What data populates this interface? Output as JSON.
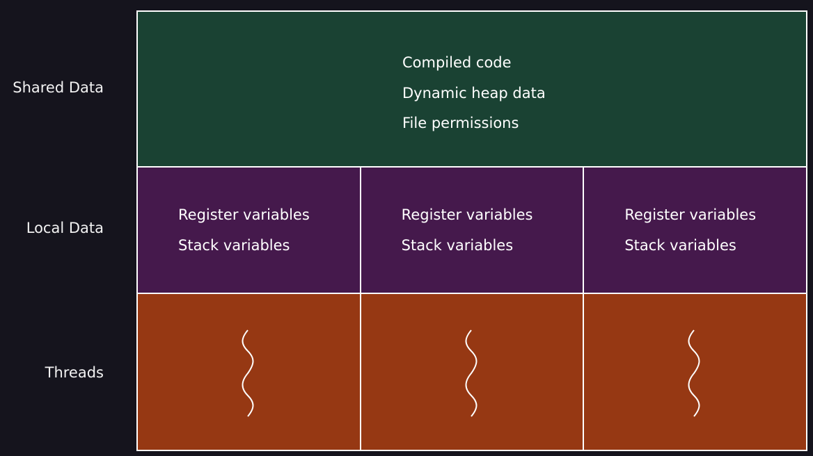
{
  "labels": {
    "shared": "Shared Data",
    "local": "Local Data",
    "threads": "Threads"
  },
  "shared_items": [
    "Compiled code",
    "Dynamic heap data",
    "File permissions"
  ],
  "local_cells": [
    {
      "items": [
        "Register variables",
        "Stack variables"
      ]
    },
    {
      "items": [
        "Register variables",
        "Stack variables"
      ]
    },
    {
      "items": [
        "Register variables",
        "Stack variables"
      ]
    }
  ],
  "threads": [
    {
      "icon": "thread-squiggle-icon"
    },
    {
      "icon": "thread-squiggle-icon"
    },
    {
      "icon": "thread-squiggle-icon"
    }
  ],
  "colors": {
    "background": "#15141d",
    "shared": "#1a4233",
    "local": "#45194c",
    "threads": "#963813",
    "border": "#ffffff"
  }
}
